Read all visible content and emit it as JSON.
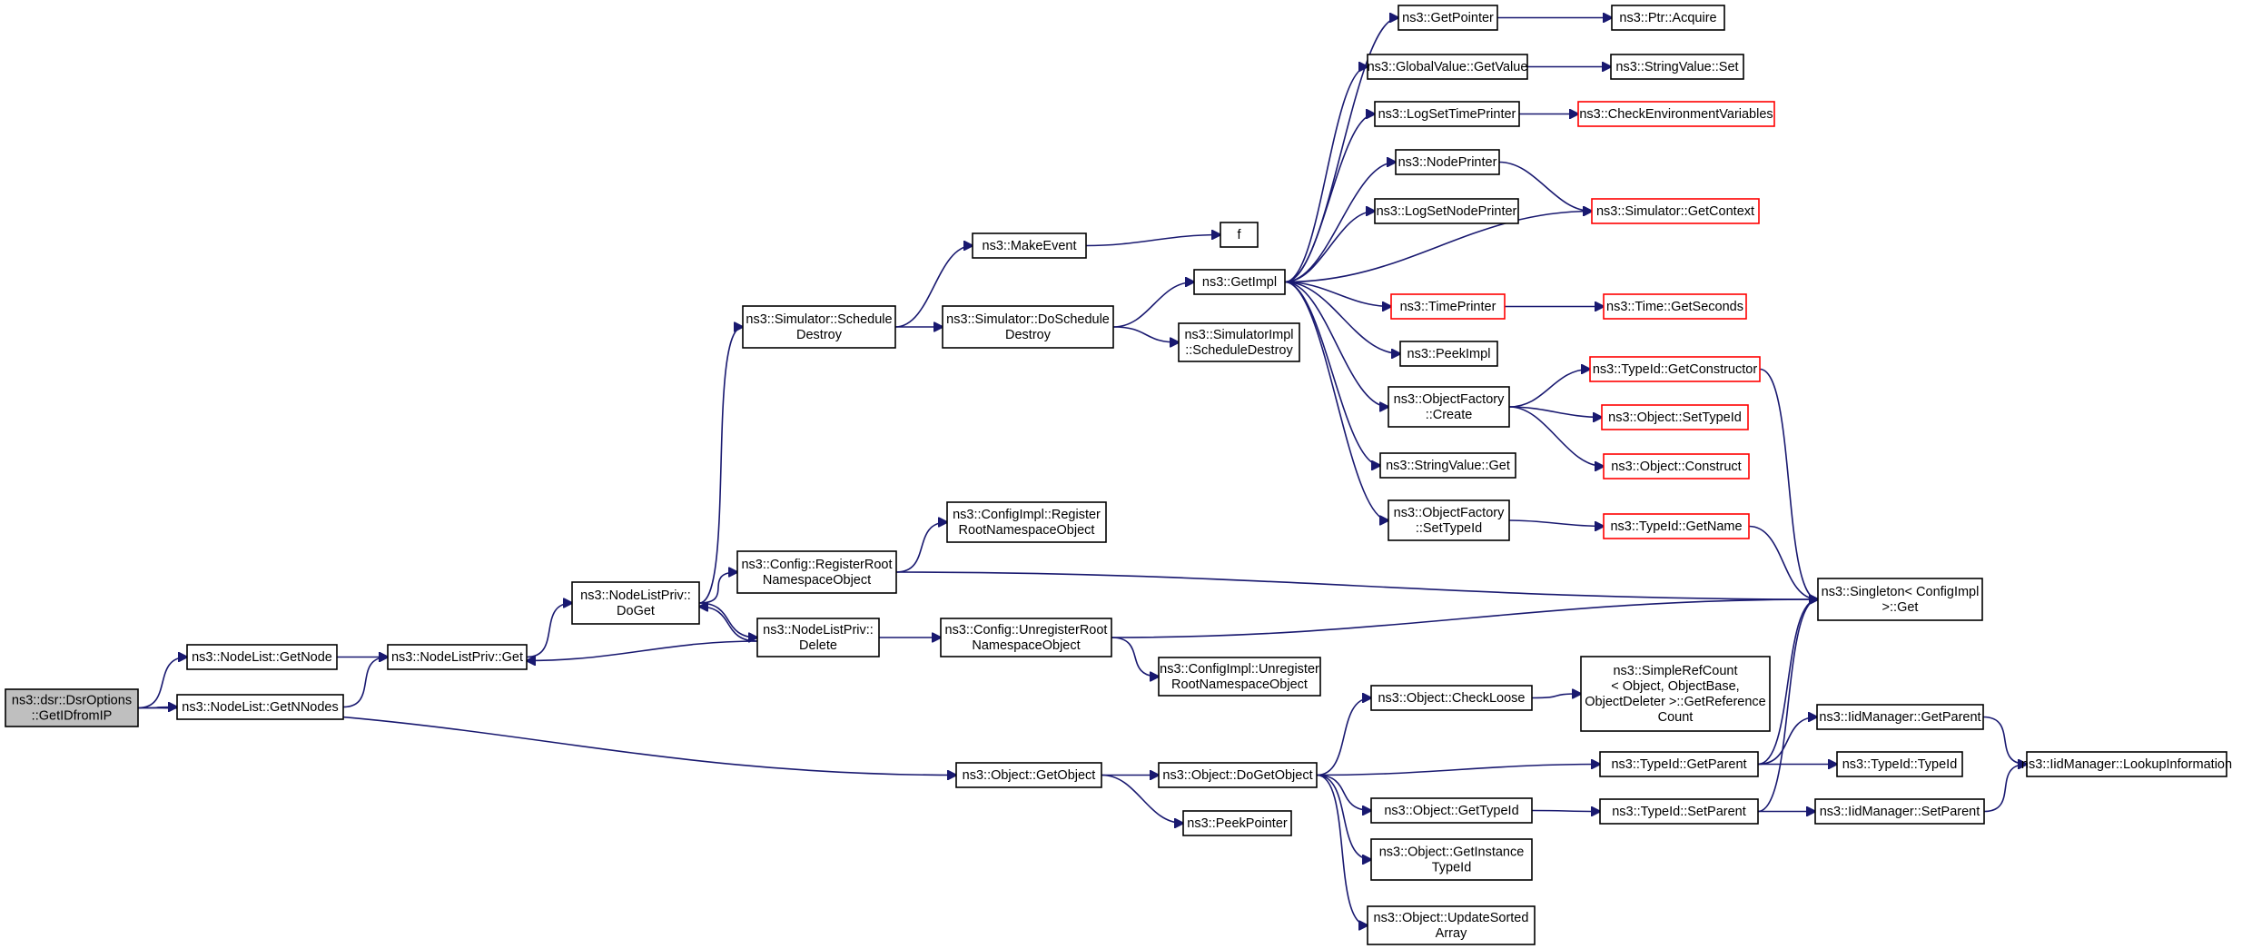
{
  "nodes": [
    {
      "id": "root",
      "lines": [
        "ns3::dsr::DsrOptions",
        "::GetIDfromIP"
      ],
      "style": "root"
    },
    {
      "id": "nl_getnode",
      "lines": [
        "ns3::NodeList::GetNode"
      ],
      "style": "normal"
    },
    {
      "id": "nl_getnnodes",
      "lines": [
        "ns3::NodeList::GetNNodes"
      ],
      "style": "normal"
    },
    {
      "id": "nlp_get",
      "lines": [
        "ns3::NodeListPriv::Get"
      ],
      "style": "normal"
    },
    {
      "id": "nlp_doget",
      "lines": [
        "ns3::NodeListPriv::",
        "DoGet"
      ],
      "style": "normal"
    },
    {
      "id": "nlp_delete",
      "lines": [
        "ns3::NodeListPriv::",
        "Delete"
      ],
      "style": "normal"
    },
    {
      "id": "sim_schedule_destroy",
      "lines": [
        "ns3::Simulator::Schedule",
        "Destroy"
      ],
      "style": "normal"
    },
    {
      "id": "make_event",
      "lines": [
        "ns3::MakeEvent"
      ],
      "style": "normal"
    },
    {
      "id": "f",
      "lines": [
        "f"
      ],
      "style": "normal"
    },
    {
      "id": "sim_doschedule_destroy",
      "lines": [
        "ns3::Simulator::DoSchedule",
        "Destroy"
      ],
      "style": "normal"
    },
    {
      "id": "getimpl",
      "lines": [
        "ns3::GetImpl"
      ],
      "style": "normal"
    },
    {
      "id": "simimpl_sched",
      "lines": [
        "ns3::SimulatorImpl",
        "::ScheduleDestroy"
      ],
      "style": "normal"
    },
    {
      "id": "cfg_register",
      "lines": [
        "ns3::Config::RegisterRoot",
        "NamespaceObject"
      ],
      "style": "normal"
    },
    {
      "id": "cfgimpl_register",
      "lines": [
        "ns3::ConfigImpl::Register",
        "RootNamespaceObject"
      ],
      "style": "normal"
    },
    {
      "id": "cfg_unregister",
      "lines": [
        "ns3::Config::UnregisterRoot",
        "NamespaceObject"
      ],
      "style": "normal"
    },
    {
      "id": "cfgimpl_unregister",
      "lines": [
        "ns3::ConfigImpl::Unregister",
        "RootNamespaceObject"
      ],
      "style": "normal"
    },
    {
      "id": "getpointer",
      "lines": [
        "ns3::GetPointer"
      ],
      "style": "normal"
    },
    {
      "id": "ptr_acquire",
      "lines": [
        "ns3::Ptr::Acquire"
      ],
      "style": "normal"
    },
    {
      "id": "gv_getvalue",
      "lines": [
        "ns3::GlobalValue::GetValue"
      ],
      "style": "normal"
    },
    {
      "id": "sv_set",
      "lines": [
        "ns3::StringValue::Set"
      ],
      "style": "normal"
    },
    {
      "id": "logsettimeprinter",
      "lines": [
        "ns3::LogSetTimePrinter"
      ],
      "style": "normal"
    },
    {
      "id": "checkenv",
      "lines": [
        "ns3::CheckEnvironmentVariables"
      ],
      "style": "red"
    },
    {
      "id": "nodeprinter",
      "lines": [
        "ns3::NodePrinter"
      ],
      "style": "normal"
    },
    {
      "id": "sim_getcontext",
      "lines": [
        "ns3::Simulator::GetContext"
      ],
      "style": "red"
    },
    {
      "id": "logsetnodeprinter",
      "lines": [
        "ns3::LogSetNodePrinter"
      ],
      "style": "normal"
    },
    {
      "id": "timeprinter",
      "lines": [
        "ns3::TimePrinter"
      ],
      "style": "red"
    },
    {
      "id": "time_getseconds",
      "lines": [
        "ns3::Time::GetSeconds"
      ],
      "style": "red"
    },
    {
      "id": "peekimpl",
      "lines": [
        "ns3::PeekImpl"
      ],
      "style": "normal"
    },
    {
      "id": "of_create",
      "lines": [
        "ns3::ObjectFactory",
        "::Create"
      ],
      "style": "normal"
    },
    {
      "id": "typeid_getconstructor",
      "lines": [
        "ns3::TypeId::GetConstructor"
      ],
      "style": "red"
    },
    {
      "id": "obj_settypeid",
      "lines": [
        "ns3::Object::SetTypeId"
      ],
      "style": "red"
    },
    {
      "id": "obj_construct",
      "lines": [
        "ns3::Object::Construct"
      ],
      "style": "red"
    },
    {
      "id": "sv_get",
      "lines": [
        "ns3::StringValue::Get"
      ],
      "style": "normal"
    },
    {
      "id": "of_settypeid",
      "lines": [
        "ns3::ObjectFactory",
        "::SetTypeId"
      ],
      "style": "normal"
    },
    {
      "id": "typeid_getname",
      "lines": [
        "ns3::TypeId::GetName"
      ],
      "style": "red"
    },
    {
      "id": "singleton_get",
      "lines": [
        "ns3::Singleton< ConfigImpl",
        " >::Get"
      ],
      "style": "normal"
    },
    {
      "id": "obj_getobject",
      "lines": [
        "ns3::Object::GetObject"
      ],
      "style": "normal"
    },
    {
      "id": "peekpointer",
      "lines": [
        "ns3::PeekPointer"
      ],
      "style": "normal"
    },
    {
      "id": "obj_dogetobject",
      "lines": [
        "ns3::Object::DoGetObject"
      ],
      "style": "normal"
    },
    {
      "id": "obj_checkloose",
      "lines": [
        "ns3::Object::CheckLoose"
      ],
      "style": "normal"
    },
    {
      "id": "simplerefcount",
      "lines": [
        "ns3::SimpleRefCount",
        "< Object, ObjectBase,",
        " ObjectDeleter >::GetReference",
        "Count"
      ],
      "style": "normal"
    },
    {
      "id": "typeid_getparent",
      "lines": [
        "ns3::TypeId::GetParent"
      ],
      "style": "normal"
    },
    {
      "id": "iid_getparent",
      "lines": [
        "ns3::IidManager::GetParent"
      ],
      "style": "normal"
    },
    {
      "id": "typeid_typeid",
      "lines": [
        "ns3::TypeId::TypeId"
      ],
      "style": "normal"
    },
    {
      "id": "iid_lookup",
      "lines": [
        "ns3::IidManager::LookupInformation"
      ],
      "style": "normal"
    },
    {
      "id": "obj_gettypeid",
      "lines": [
        "ns3::Object::GetTypeId"
      ],
      "style": "normal"
    },
    {
      "id": "typeid_setparent",
      "lines": [
        "ns3::TypeId::SetParent"
      ],
      "style": "normal"
    },
    {
      "id": "iid_setparent",
      "lines": [
        "ns3::IidManager::SetParent"
      ],
      "style": "normal"
    },
    {
      "id": "obj_getinstancetypeid",
      "lines": [
        "ns3::Object::GetInstance",
        "TypeId"
      ],
      "style": "normal"
    },
    {
      "id": "obj_updatesorted",
      "lines": [
        "ns3::Object::UpdateSorted",
        "Array"
      ],
      "style": "normal"
    }
  ],
  "edges": [
    [
      "root",
      "nl_getnode"
    ],
    [
      "root",
      "nl_getnnodes"
    ],
    [
      "root",
      "obj_getobject"
    ],
    [
      "nl_getnode",
      "nlp_get"
    ],
    [
      "nl_getnnodes",
      "nlp_get"
    ],
    [
      "nlp_get",
      "nlp_doget"
    ],
    [
      "nlp_doget",
      "sim_schedule_destroy"
    ],
    [
      "nlp_doget",
      "cfg_register"
    ],
    [
      "nlp_doget",
      "nlp_delete"
    ],
    [
      "nlp_delete",
      "nlp_doget"
    ],
    [
      "nlp_delete",
      "nlp_get"
    ],
    [
      "nlp_delete",
      "cfg_unregister"
    ],
    [
      "sim_schedule_destroy",
      "make_event"
    ],
    [
      "sim_schedule_destroy",
      "sim_doschedule_destroy"
    ],
    [
      "make_event",
      "f"
    ],
    [
      "sim_doschedule_destroy",
      "getimpl"
    ],
    [
      "sim_doschedule_destroy",
      "simimpl_sched"
    ],
    [
      "getimpl",
      "getpointer"
    ],
    [
      "getimpl",
      "gv_getvalue"
    ],
    [
      "getimpl",
      "logsettimeprinter"
    ],
    [
      "getimpl",
      "nodeprinter"
    ],
    [
      "getimpl",
      "logsetnodeprinter"
    ],
    [
      "getimpl",
      "sim_getcontext"
    ],
    [
      "getimpl",
      "timeprinter"
    ],
    [
      "getimpl",
      "peekimpl"
    ],
    [
      "getimpl",
      "of_create"
    ],
    [
      "getimpl",
      "sv_get"
    ],
    [
      "getimpl",
      "of_settypeid"
    ],
    [
      "getpointer",
      "ptr_acquire"
    ],
    [
      "gv_getvalue",
      "sv_set"
    ],
    [
      "logsettimeprinter",
      "checkenv"
    ],
    [
      "nodeprinter",
      "sim_getcontext"
    ],
    [
      "timeprinter",
      "time_getseconds"
    ],
    [
      "of_create",
      "typeid_getconstructor"
    ],
    [
      "of_create",
      "obj_settypeid"
    ],
    [
      "of_create",
      "obj_construct"
    ],
    [
      "of_settypeid",
      "typeid_getname"
    ],
    [
      "typeid_getconstructor",
      "singleton_get"
    ],
    [
      "typeid_getname",
      "singleton_get"
    ],
    [
      "cfg_register",
      "cfgimpl_register"
    ],
    [
      "cfg_register",
      "singleton_get"
    ],
    [
      "cfg_unregister",
      "cfgimpl_unregister"
    ],
    [
      "cfg_unregister",
      "singleton_get"
    ],
    [
      "obj_getobject",
      "obj_dogetobject"
    ],
    [
      "obj_getobject",
      "peekpointer"
    ],
    [
      "obj_dogetobject",
      "obj_checkloose"
    ],
    [
      "obj_dogetobject",
      "typeid_getparent"
    ],
    [
      "obj_dogetobject",
      "obj_gettypeid"
    ],
    [
      "obj_dogetobject",
      "obj_getinstancetypeid"
    ],
    [
      "obj_dogetobject",
      "obj_updatesorted"
    ],
    [
      "obj_checkloose",
      "simplerefcount"
    ],
    [
      "typeid_getparent",
      "singleton_get"
    ],
    [
      "typeid_getparent",
      "iid_getparent"
    ],
    [
      "typeid_getparent",
      "typeid_typeid"
    ],
    [
      "iid_getparent",
      "iid_lookup"
    ],
    [
      "obj_gettypeid",
      "typeid_setparent"
    ],
    [
      "typeid_setparent",
      "singleton_get"
    ],
    [
      "typeid_setparent",
      "iid_setparent"
    ],
    [
      "iid_setparent",
      "iid_lookup"
    ]
  ],
  "colors": {
    "edge": "#191970",
    "red_border": "#ff0000",
    "root_fill": "#bfbfbf"
  }
}
